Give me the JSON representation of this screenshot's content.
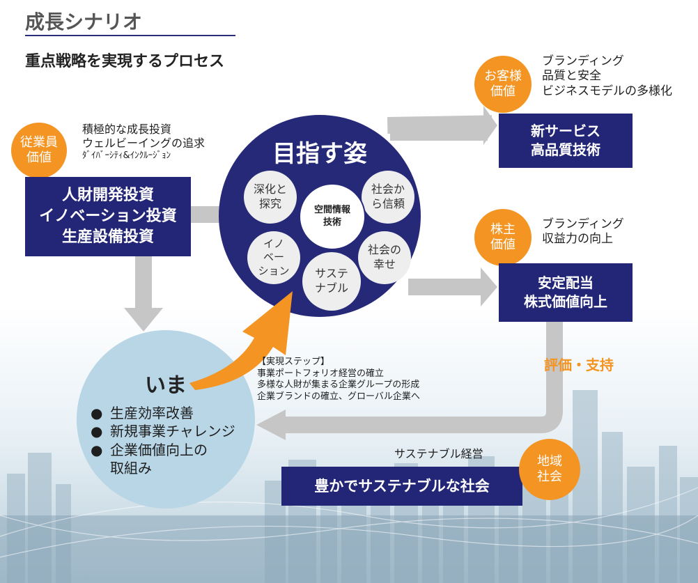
{
  "header": {
    "title": "成長シナリオ",
    "subtitle": "重点戦略を実現するプロセス"
  },
  "colors": {
    "navy": "#232676",
    "orange": "#f39423",
    "gray_arrow": "#c6c6c6",
    "light_blue": "#b8d6e6"
  },
  "employee": {
    "circle": [
      "従業員",
      "価値"
    ],
    "notes": [
      "積極的な成長投資",
      "ウェルビーイングの追求",
      "ﾀﾞｲﾊﾞｰｼﾃｨ&ｲﾝｸﾙｰｼﾞｮﾝ"
    ],
    "box": [
      "人財開発投資",
      "イノベーション投資",
      "生産設備投資"
    ]
  },
  "goal": {
    "title": "目指す姿",
    "core": [
      "空間情報",
      "技術"
    ],
    "items": {
      "deepen": [
        "深化と",
        "探究"
      ],
      "trust": [
        "社会か",
        "ら信頼"
      ],
      "innovation": [
        "イノ",
        "ベー",
        "ション"
      ],
      "happiness": [
        "社会の",
        "幸せ"
      ],
      "sustainable": [
        "サステ",
        "ナブル"
      ]
    }
  },
  "customer": {
    "circle": [
      "お客様",
      "価値"
    ],
    "notes": [
      "ブランディング",
      "品質と安全",
      "ビジネスモデルの多様化"
    ],
    "box": [
      "新サービス",
      "高品質技術"
    ]
  },
  "shareholder": {
    "circle": [
      "株主",
      "価値"
    ],
    "notes": [
      "ブランディング",
      "収益力の向上"
    ],
    "box": [
      "安定配当",
      "株式価値向上"
    ]
  },
  "evaluation": "評価・支持",
  "now": {
    "title": "いま",
    "bullet": "●",
    "items": [
      "生産効率改善",
      "新規事業チャレンジ",
      "企業価値向上の"
    ],
    "continuation": "取組み"
  },
  "steps": [
    "【実現ステップ】",
    "事業ポートフォリオ経営の確立",
    "多様な人財が集まる企業グループの形成",
    "企業ブランドの確立、グローバル企業へ"
  ],
  "community": {
    "label": "サステナブル経営",
    "circle": [
      "地域",
      "社会"
    ],
    "box": "豊かでサステナブルな社会"
  }
}
